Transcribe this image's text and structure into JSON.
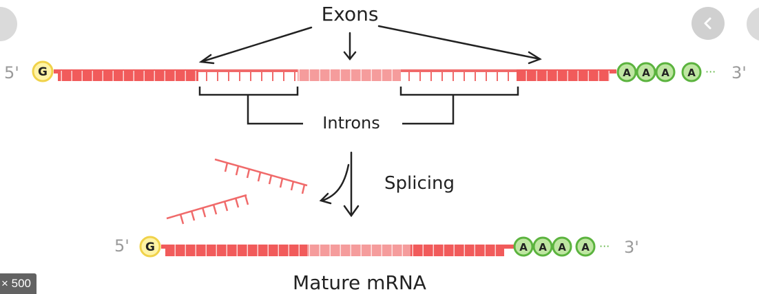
{
  "labels": {
    "exons": "Exons",
    "introns": "Introns",
    "splicing": "Splicing",
    "mature_mrna": "Mature mRNA",
    "five_prime": "5'",
    "three_prime": "3'",
    "cap": "G",
    "tail_base": "A",
    "tail_dots": "···"
  },
  "colors": {
    "exon": "#f15b5b",
    "exon_light": "#f59c9c",
    "intron": "#f06a6a",
    "cap_fill": "#fff3a6",
    "cap_stroke": "#f0d24a",
    "tail_fill": "#bfe6a2",
    "tail_stroke": "#5bb33e",
    "ink": "#222222"
  },
  "overlay": {
    "size_badge": "× 500"
  },
  "icons": [
    "chevron-left-icon"
  ]
}
